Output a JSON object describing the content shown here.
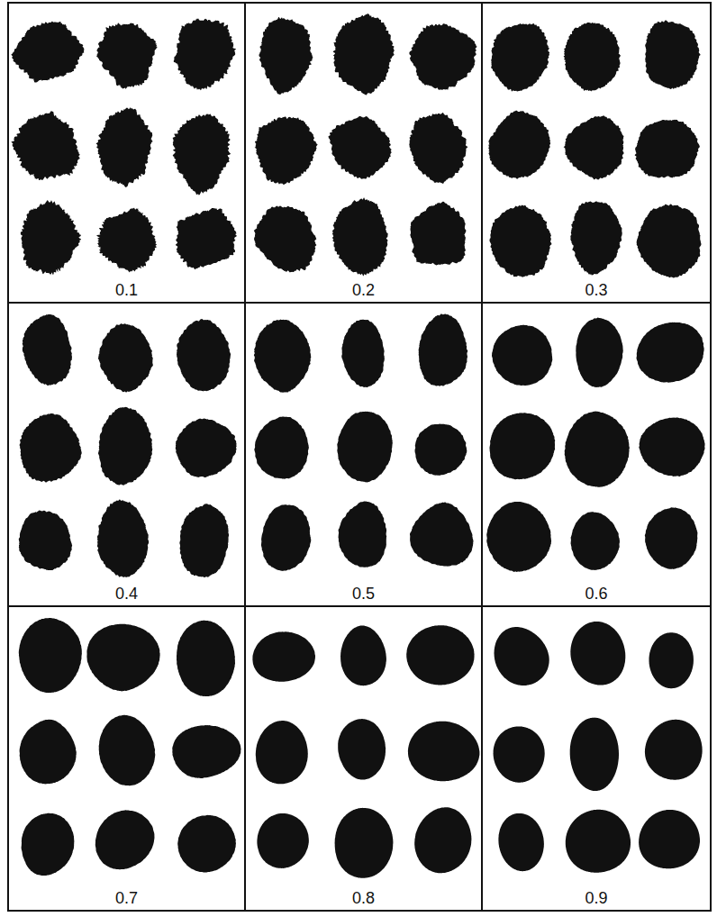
{
  "diagram": {
    "nodes": [
      {
        "text": [
          "0.1"
        ]
      },
      {
        "text": [
          "0.2"
        ]
      },
      {
        "text": [
          "0.3"
        ]
      },
      {
        "text": [
          "0.4"
        ]
      },
      {
        "text": [
          "0.5"
        ]
      },
      {
        "text": [
          "0.6"
        ]
      },
      {
        "text": [
          "0.7"
        ]
      },
      {
        "text": [
          "0.8"
        ]
      },
      {
        "text": [
          "0.9"
        ]
      }
    ]
  }
}
